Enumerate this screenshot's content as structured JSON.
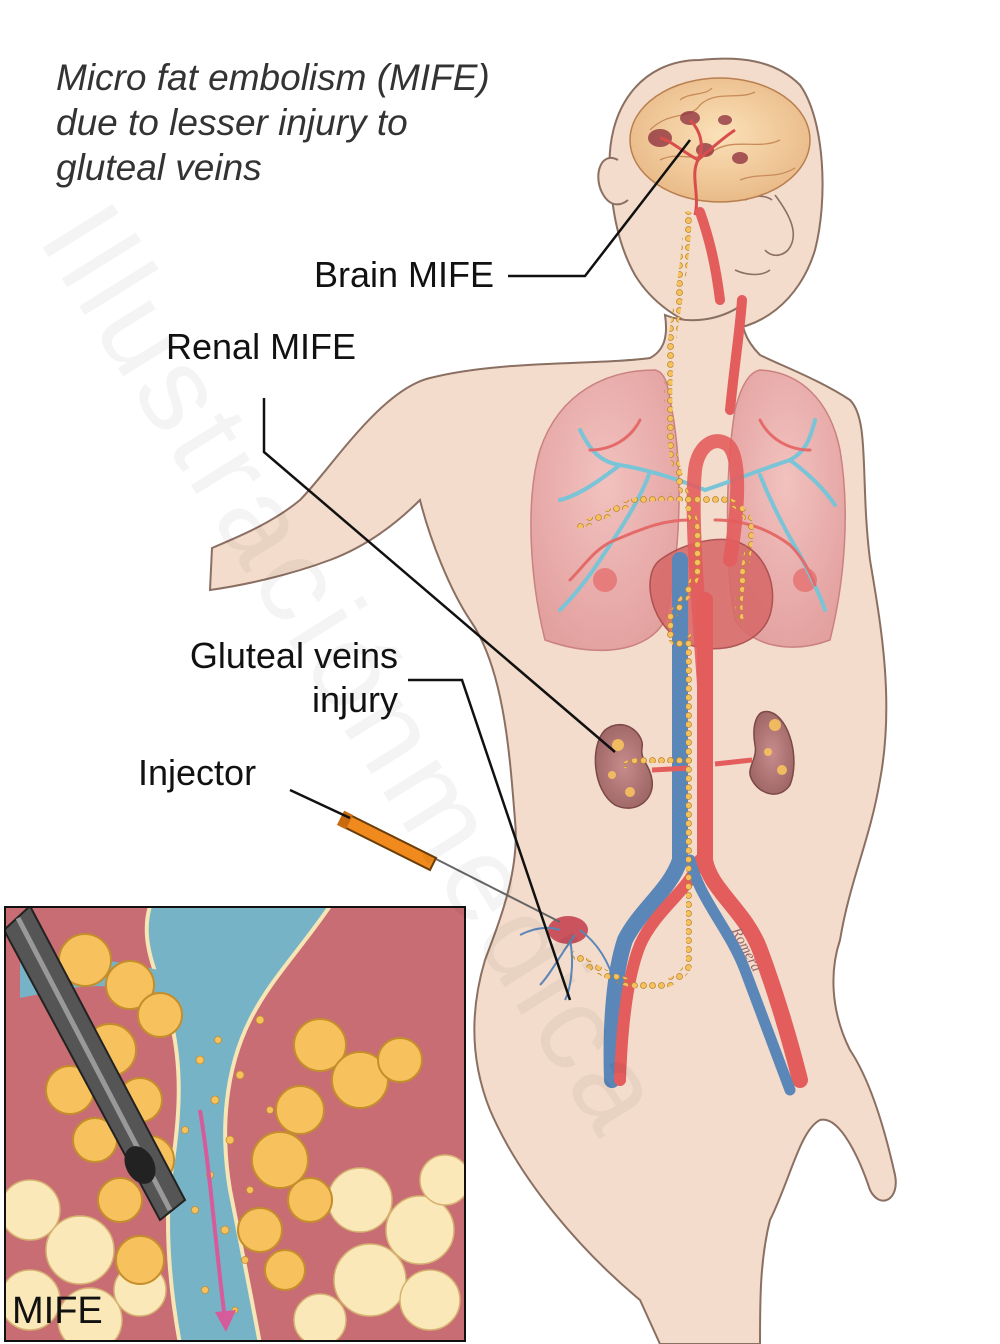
{
  "title": {
    "line1": "Micro fat embolism (MIFE)",
    "line2": "due to lesser injury to",
    "line3": "gluteal veins"
  },
  "labels": {
    "brain": "Brain MIFE",
    "renal": "Renal MIFE",
    "gluteal_line1": "Gluteal veins",
    "gluteal_line2": "injury",
    "injector": "Injector"
  },
  "inset": {
    "label": "MIFE"
  },
  "watermark": "Illustraciónmedica",
  "signature": "Romera",
  "colors": {
    "skin": "#f3dccb",
    "skin_outline": "#8a6f62",
    "artery": "#e35d5d",
    "vein": "#5b86b8",
    "fat": "#f7c25e",
    "lung": "#e9a6a6",
    "bronchi": "#79c4d6",
    "injector": "#f08a1c",
    "muscle": "#c96d74",
    "inset_vessel": "#76b3c6"
  }
}
